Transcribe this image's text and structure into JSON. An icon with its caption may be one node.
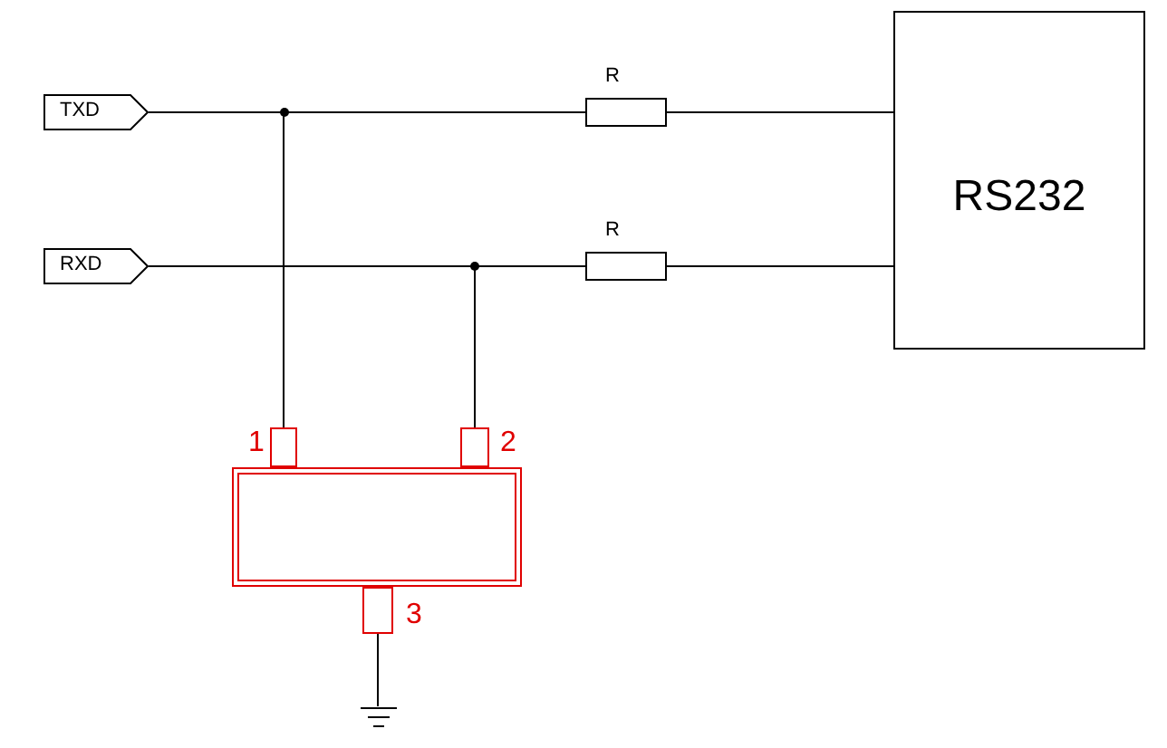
{
  "diagram": {
    "nodes": [
      {
        "text": [
          "TXD"
        ]
      },
      {
        "text": [
          "RXD"
        ]
      },
      {
        "text": [],
        "shape": "box",
        "beside": [
          "R"
        ]
      },
      {
        "text": [],
        "shape": "box",
        "beside": [
          "R"
        ]
      },
      {
        "text": [
          "RS232"
        ]
      },
      {
        "text": [],
        "shape": "box"
      },
      {
        "text": [],
        "shape": "box",
        "beside": [
          "1"
        ]
      },
      {
        "text": [],
        "shape": "box",
        "beside": [
          "2"
        ]
      },
      {
        "text": [],
        "shape": "box",
        "beside": [
          "3"
        ]
      },
      {
        "text": [],
        "shape": "ground"
      }
    ],
    "edges": [
      {
        "from": 0,
        "to": 2,
        "arrow": "none"
      },
      {
        "from": 2,
        "to": 4,
        "arrow": "none"
      },
      {
        "from": 1,
        "to": 3,
        "arrow": "none"
      },
      {
        "from": 3,
        "to": 4,
        "arrow": "none"
      },
      {
        "from": 0,
        "to": 6,
        "arrow": "none"
      },
      {
        "from": 1,
        "to": 7,
        "arrow": "none"
      },
      {
        "from": 8,
        "to": 9,
        "arrow": "none"
      }
    ]
  }
}
